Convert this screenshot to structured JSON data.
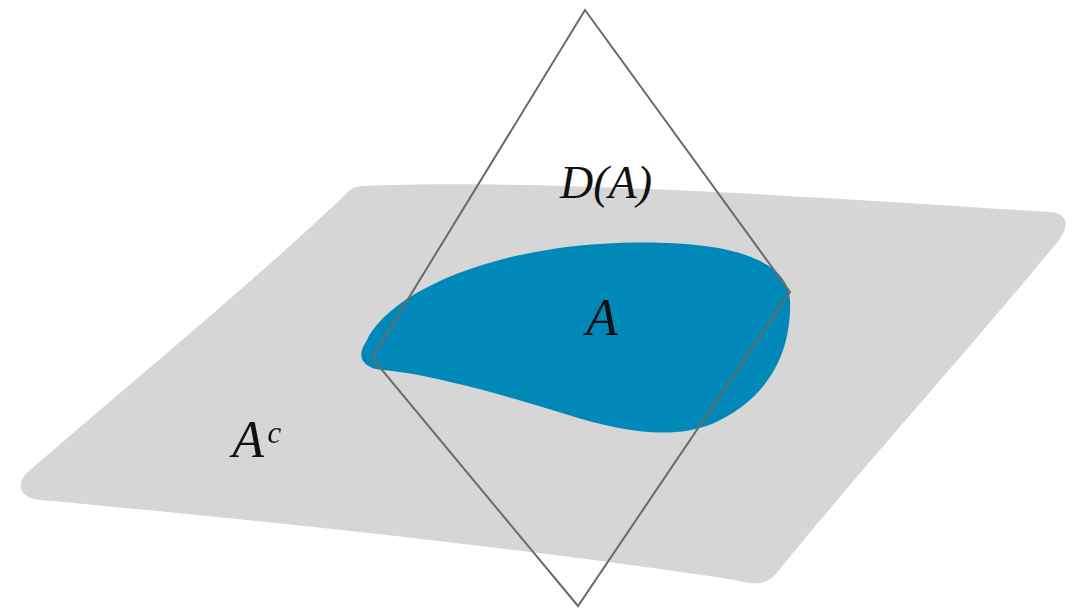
{
  "diagram": {
    "nodes": [
      {
        "text": [
          "Aᶜ"
        ]
      },
      {
        "text": [
          "A"
        ],
        "in": 0
      },
      {
        "text": [
          "D(A)"
        ]
      }
    ]
  }
}
